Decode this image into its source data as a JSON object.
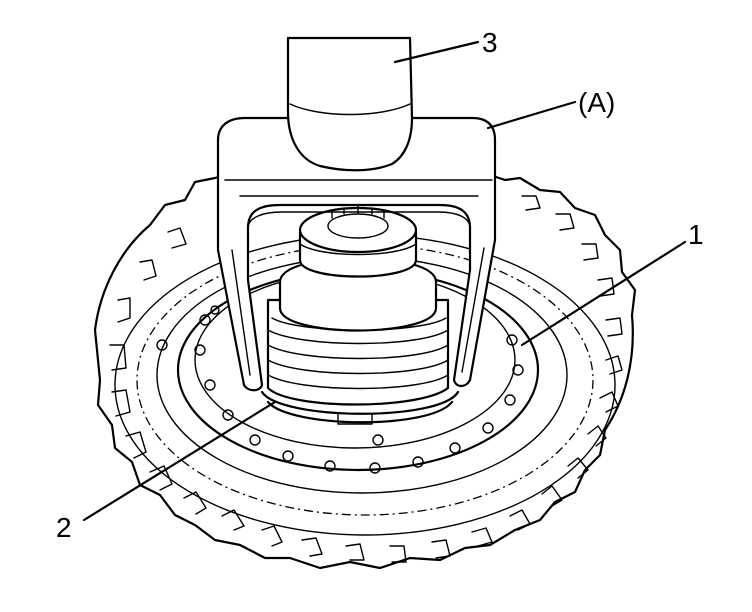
{
  "callouts": [
    {
      "id": "label-1",
      "text": "1"
    },
    {
      "id": "label-2",
      "text": "2"
    },
    {
      "id": "label-3",
      "text": "3"
    },
    {
      "id": "label-a",
      "text": "(A)"
    }
  ],
  "colors": {
    "line": "#000000",
    "background": "#ffffff"
  }
}
